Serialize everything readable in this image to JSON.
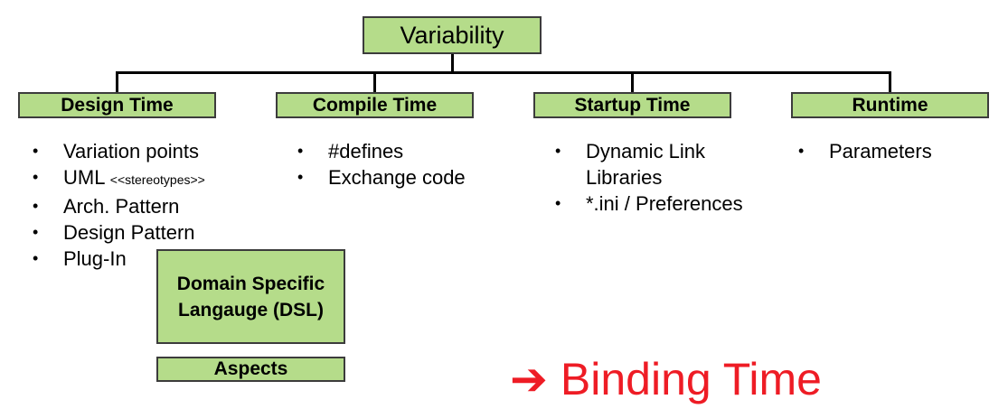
{
  "root": {
    "label": "Variability"
  },
  "categories": [
    {
      "label": "Design Time",
      "items": [
        "Variation points",
        "UML",
        "Arch. Pattern",
        "Design Pattern",
        "Plug-In"
      ],
      "uml_suffix": "<<stereotypes>>"
    },
    {
      "label": "Compile Time",
      "items": [
        "#defines",
        "Exchange code"
      ]
    },
    {
      "label": "Startup Time",
      "items": [
        "Dynamic Link Libraries",
        "*.ini / Preferences"
      ]
    },
    {
      "label": "Runtime",
      "items": [
        "Parameters"
      ]
    }
  ],
  "extra_boxes": {
    "dsl": "Domain Specific Langauge (DSL)",
    "aspects": "Aspects"
  },
  "conclusion": {
    "arrow": "➔",
    "text": "Binding Time"
  },
  "colors": {
    "box_fill": "#b5dc8a",
    "accent_red": "#ee1c25"
  }
}
